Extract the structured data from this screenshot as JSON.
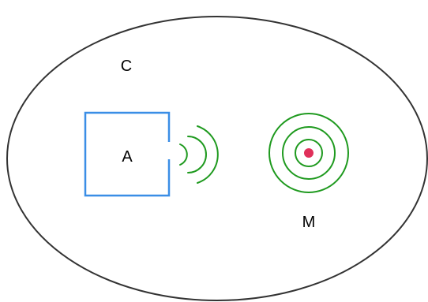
{
  "labels": {
    "container": "C",
    "emitter": "A",
    "target": "M"
  },
  "colors": {
    "container_stroke": "#333333",
    "emitter_stroke": "#3a8ee6",
    "wave_stroke": "#1f9a1f",
    "target_rings": "#1f9a1f",
    "target_core": "#e0305a",
    "background": "#ffffff"
  },
  "icons": {
    "emitter_waves": "signal-waves-icon",
    "target": "target-rings-icon"
  }
}
